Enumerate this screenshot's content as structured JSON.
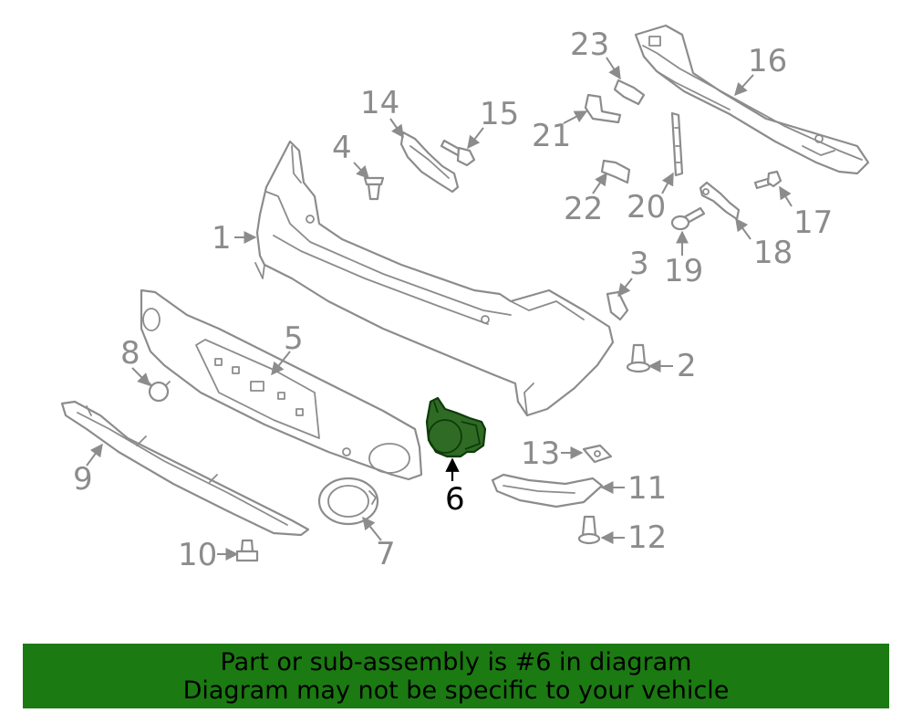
{
  "callouts": {
    "c1": "1",
    "c2": "2",
    "c3": "3",
    "c4": "4",
    "c5": "5",
    "c6": "6",
    "c7": "7",
    "c8": "8",
    "c9": "9",
    "c10": "10",
    "c11": "11",
    "c12": "12",
    "c13": "13",
    "c14": "14",
    "c15": "15",
    "c16": "16",
    "c17": "17",
    "c18": "18",
    "c19": "19",
    "c20": "20",
    "c21": "21",
    "c22": "22",
    "c23": "23"
  },
  "highlight": {
    "part_number": "6",
    "color": "#2f6b25"
  },
  "banner": {
    "line1": "Part or sub-assembly is #6 in diagram",
    "line2": "Diagram may not be specific to your vehicle",
    "background": "#1b7a12"
  }
}
